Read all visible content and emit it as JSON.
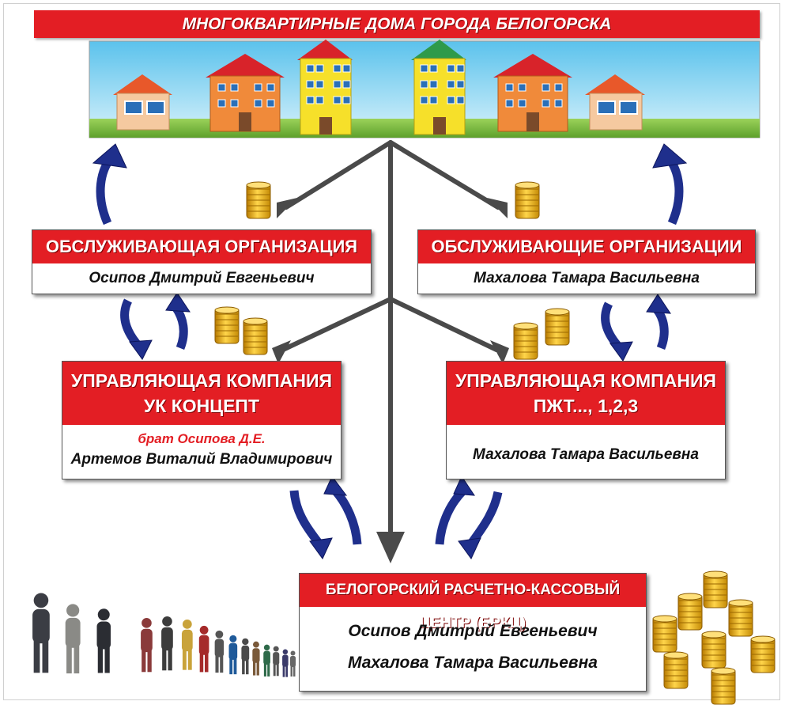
{
  "banner": {
    "title": "МНОГОКВАРТИРНЫЕ ДОМА ГОРОДА БЕЛОГОРСКА"
  },
  "service_org_left": {
    "title": "ОБСЛУЖИВАЮЩАЯ ОРГАНИЗАЦИЯ",
    "person": "Осипов Дмитрий Евгеньевич"
  },
  "service_org_right": {
    "title": "ОБСЛУЖИВАЮЩИЕ ОРГАНИЗАЦИИ",
    "person": "Махалова  Тамара Васильевна"
  },
  "mgmt_left": {
    "title_line1": "УПРАВЛЯЮЩАЯ КОМПАНИЯ",
    "title_line2": "УК КОНЦЕПТ",
    "relative": "брат Осипова Д.Е.",
    "person": "Артемов Виталий Владимирович"
  },
  "mgmt_right": {
    "title_line1": "УПРАВЛЯЮЩАЯ КОМПАНИЯ",
    "title_line2": "ПЖТ..., 1,2,3",
    "person": "Махалова  Тамара Васильевна"
  },
  "center": {
    "title": "БЕЛОГОРСКИЙ РАСЧЕТНО-КАССОВЫЙ ЦЕНТР (БРКЦ)",
    "person1": "Осипов Дмитрий Евгеньевич",
    "person2": "Махалова Тамара Васильевна"
  },
  "colors": {
    "accent_red": "#e31e24",
    "arrow_gray": "#4a4a4a",
    "arrow_blue": "#1f2f8c",
    "coin_gold": "#f2b316",
    "sky_blue": "#8fd3f0",
    "grass_green": "#7cc242"
  },
  "icons": [
    "houses-illustration",
    "coin-stack-icon",
    "people-queue-illustration"
  ]
}
